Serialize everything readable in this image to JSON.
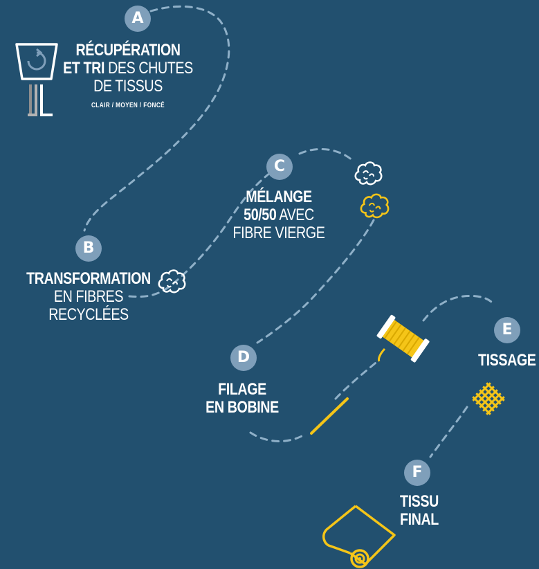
{
  "steps": {
    "a": {
      "badge": "A",
      "line1_bold": "RÉCUPÉRATION",
      "line2_bold": "ET TRI",
      "line2_light": " DES CHUTES",
      "line3_light": "DE TISSUS",
      "sub": "CLAIR / MOYEN / FONCÉ"
    },
    "b": {
      "badge": "B",
      "line1_bold": "TRANSFORMATION",
      "line2_light": "EN FIBRES",
      "line3_light": "RECYCLÉES"
    },
    "c": {
      "badge": "C",
      "line1_bold": "MÉLANGE",
      "line2_bold": "50/50",
      "line2_light": " AVEC",
      "line3_light": "FIBRE VIERGE"
    },
    "d": {
      "badge": "D",
      "line1_bold": "FILAGE",
      "line2_bold": "EN BOBINE"
    },
    "e": {
      "badge": "E",
      "line1_bold": "TISSAGE"
    },
    "f": {
      "badge": "F",
      "line1_bold": "TISSU",
      "line2_bold": "FINAL"
    }
  },
  "colors": {
    "background": "#22506f",
    "badge": "#7f9fba",
    "path": "#8fb0c8",
    "accent_yellow": "#f5c518",
    "text": "#ffffff"
  },
  "icons": [
    "recycle-bin-icon",
    "fiber-cloud-icon",
    "fiber-cloud-icon",
    "fiber-cloud-yellow-icon",
    "thread-spool-icon",
    "needle-icon",
    "woven-fabric-icon",
    "fabric-roll-icon"
  ]
}
